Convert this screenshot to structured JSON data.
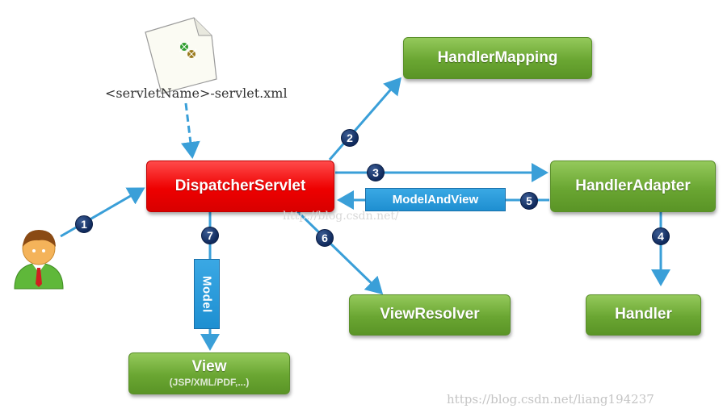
{
  "nodes": {
    "dispatcher": {
      "label": "DispatcherServlet"
    },
    "handler_mapping": {
      "label": "HandlerMapping"
    },
    "handler_adapter": {
      "label": "HandlerAdapter"
    },
    "handler": {
      "label": "Handler"
    },
    "view_resolver": {
      "label": "ViewResolver"
    },
    "view": {
      "label": "View",
      "sublabel": "(JSP/XML/PDF,...)"
    }
  },
  "edge_labels": {
    "model_and_view": "ModelAndView",
    "model": "Model"
  },
  "config_file": {
    "label": "<servletName>-servlet.xml"
  },
  "steps": [
    "1",
    "2",
    "3",
    "4",
    "5",
    "6",
    "7"
  ],
  "watermarks": {
    "center": "http://blog.csdn.net/",
    "corner": "https://blog.csdn.net/liang194237"
  },
  "colors": {
    "green_box": "#6aa632",
    "red_box": "#ee0000",
    "arrow_blue": "#3a9fd8",
    "step_badge": "#102a5c",
    "edge_label_blue": "#1e8fd1"
  },
  "icons": {
    "user": "user-avatar-icon",
    "config_file": "xml-config-file-icon"
  }
}
